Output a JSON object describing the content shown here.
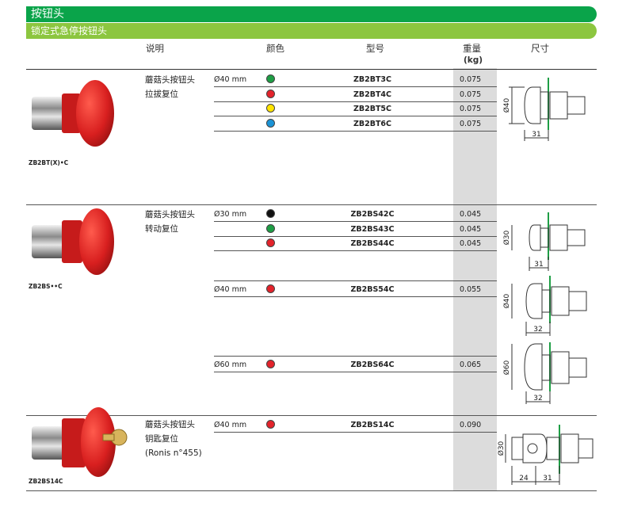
{
  "header": {
    "title": "按钮头",
    "subtitle": "锁定式急停按钮头"
  },
  "columns": {
    "desc": "说明",
    "color": "颜色",
    "ref": "型号",
    "weight": "重量",
    "weight_unit": "(kg)",
    "dims": "尺寸"
  },
  "colors": {
    "green": "#1e9e45",
    "red": "#e3232b",
    "yellow": "#ffe400",
    "blue": "#1b93d6",
    "black": "#111111"
  },
  "groups": [
    {
      "caption": "ZB2BT(X)•C",
      "desc_line1": "蘑菇头按钮头",
      "desc_line2": "拉拔复位",
      "desc_line3": "",
      "rows": [
        {
          "diameter": "Ø40 mm",
          "color": "green",
          "ref": "ZB2BT3C",
          "weight": "0.075"
        },
        {
          "diameter": "",
          "color": "red",
          "ref": "ZB2BT4C",
          "weight": "0.075"
        },
        {
          "diameter": "",
          "color": "yellow",
          "ref": "ZB2BT5C",
          "weight": "0.075"
        },
        {
          "diameter": "",
          "color": "blue",
          "ref": "ZB2BT6C",
          "weight": "0.075"
        }
      ]
    },
    {
      "caption": "ZB2BS••C",
      "desc_line1": "蘑菇头按钮头",
      "desc_line2": "转动复位",
      "desc_line3": "",
      "rows": [
        {
          "diameter": "Ø30 mm",
          "color": "black",
          "ref": "ZB2BS42C",
          "weight": "0.045"
        },
        {
          "diameter": "",
          "color": "green",
          "ref": "ZB2BS43C",
          "weight": "0.045"
        },
        {
          "diameter": "",
          "color": "red",
          "ref": "ZB2BS44C",
          "weight": "0.045"
        },
        {
          "diameter": "Ø40 mm",
          "color": "red",
          "ref": "ZB2BS54C",
          "weight": "0.055"
        },
        {
          "diameter": "Ø60 mm",
          "color": "red",
          "ref": "ZB2BS64C",
          "weight": "0.065"
        }
      ]
    },
    {
      "caption": "ZB2BS14C",
      "desc_line1": "蘑菇头按钮头",
      "desc_line2": "钥匙复位",
      "desc_line3": "(Ronis n°455)",
      "rows": [
        {
          "diameter": "Ø40 mm",
          "color": "red",
          "ref": "ZB2BS14C",
          "weight": "0.090"
        }
      ]
    }
  ],
  "drawings": [
    {
      "dia_label": "Ø40",
      "dims": [
        "31"
      ]
    },
    {
      "dia_label": "Ø30",
      "dims": [
        "31"
      ]
    },
    {
      "dia_label": "Ø40",
      "dims": [
        "32"
      ]
    },
    {
      "dia_label": "Ø60",
      "dims": [
        "32"
      ]
    },
    {
      "dia_label": "Ø30",
      "dims": [
        "24",
        "31"
      ]
    }
  ]
}
